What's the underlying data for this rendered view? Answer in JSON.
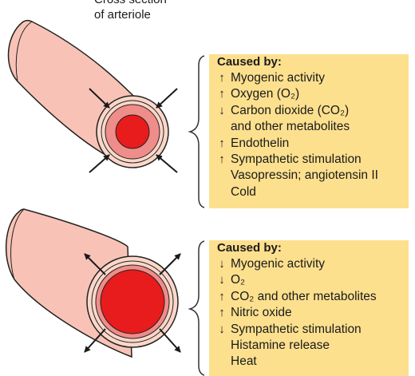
{
  "caption": {
    "line1": "Cross section",
    "line2": "of arteriole"
  },
  "colors": {
    "vessel": "#f8c3b6",
    "vessel_outline": "#222222",
    "wall_outer": "#fbd7c9",
    "wall_inner": "#ee8d8a",
    "lumen": "#e81c1c",
    "box_fill": "#fde08e"
  },
  "constriction": {
    "title": "Caused by:",
    "items": [
      {
        "arrow": "↑",
        "text": "Myogenic activity"
      },
      {
        "arrow": "↑",
        "text": "Oxygen (O₂)"
      },
      {
        "arrow": "↓",
        "text": "Carbon dioxide (CO₂)"
      },
      {
        "arrow": "",
        "text": "and other metabolites"
      },
      {
        "arrow": "↑",
        "text": "Endothelin"
      },
      {
        "arrow": "↑",
        "text": "Sympathetic stimulation"
      },
      {
        "arrow": "",
        "text": "Vasopressin; angiotensin II"
      },
      {
        "arrow": "",
        "text": "Cold"
      }
    ]
  },
  "dilation": {
    "title": "Caused by:",
    "items": [
      {
        "arrow": "↓",
        "text": "Myogenic activity"
      },
      {
        "arrow": "↓",
        "text": "O₂"
      },
      {
        "arrow": "↑",
        "text": "CO₂ and other metabolites"
      },
      {
        "arrow": "↑",
        "text": "Nitric oxide"
      },
      {
        "arrow": "↓",
        "text": "Sympathetic stimulation"
      },
      {
        "arrow": "",
        "text": "Histamine release"
      },
      {
        "arrow": "",
        "text": "Heat"
      }
    ]
  }
}
